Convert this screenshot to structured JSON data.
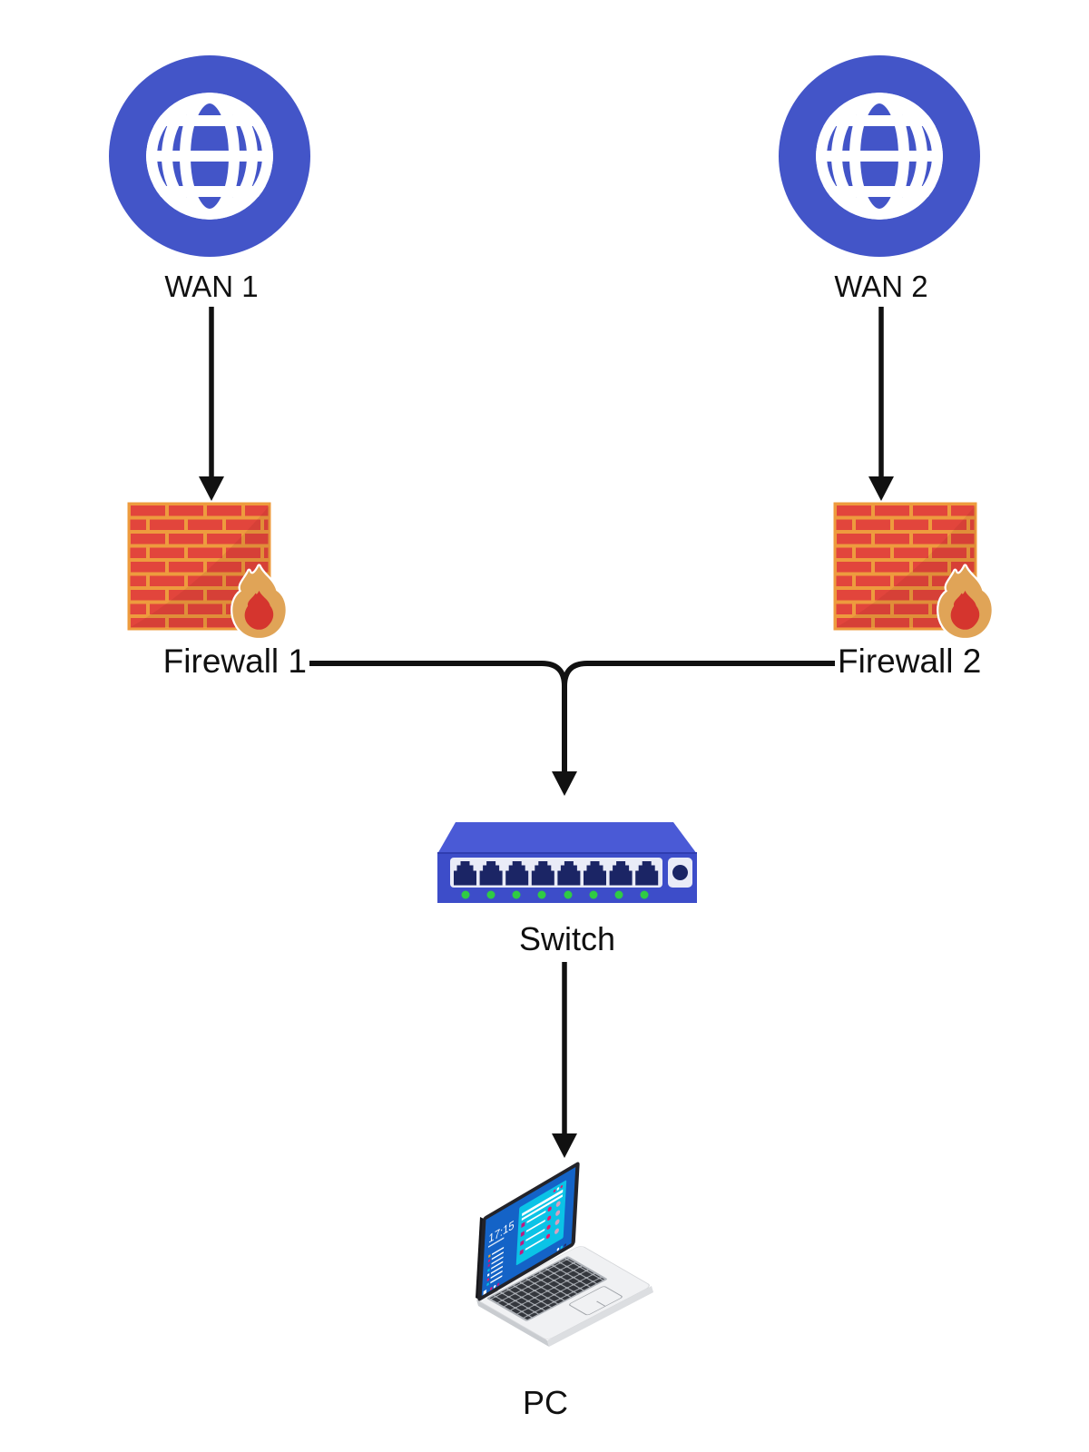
{
  "diagram": {
    "background": "#FFFFFF",
    "nodes": {
      "wan1": {
        "label": "WAN 1",
        "icon": "internet-globe-icon"
      },
      "wan2": {
        "label": "WAN 2",
        "icon": "internet-globe-icon"
      },
      "firewall1": {
        "label": "Firewall 1",
        "icon": "brick-wall-flame-icon"
      },
      "firewall2": {
        "label": "Firewall 2",
        "icon": "brick-wall-flame-icon"
      },
      "switch": {
        "label": "Switch",
        "icon": "8-port-ethernet-switch-icon"
      },
      "pc": {
        "label": "PC",
        "icon": "laptop-icon"
      }
    },
    "laptop_screen": {
      "clock": "17:15"
    },
    "connections": [
      {
        "from": "WAN 1",
        "to": "Firewall 1",
        "style": "arrow-down"
      },
      {
        "from": "WAN 2",
        "to": "Firewall 2",
        "style": "arrow-down"
      },
      {
        "from": "Firewall 1",
        "to": "Switch",
        "style": "elbow-arrow"
      },
      {
        "from": "Firewall 2",
        "to": "Switch",
        "style": "elbow-arrow"
      },
      {
        "from": "Switch",
        "to": "PC",
        "style": "arrow-down"
      }
    ],
    "colors": {
      "wan_blue": "#4355C8",
      "globe_white": "#FFFFFF",
      "brick_red": "#E2453C",
      "mortar_orange": "#EE9B3E",
      "flame_outer_gold": "#E0A457",
      "flame_inner_red": "#D5352E",
      "switch_top_blue": "#4A5AD6",
      "switch_front_blue": "#3D4DC9",
      "port_strip_white": "#E9EBF7",
      "port_navy": "#1B2565",
      "led_green": "#2FCB44",
      "connector_black": "#111111"
    }
  }
}
